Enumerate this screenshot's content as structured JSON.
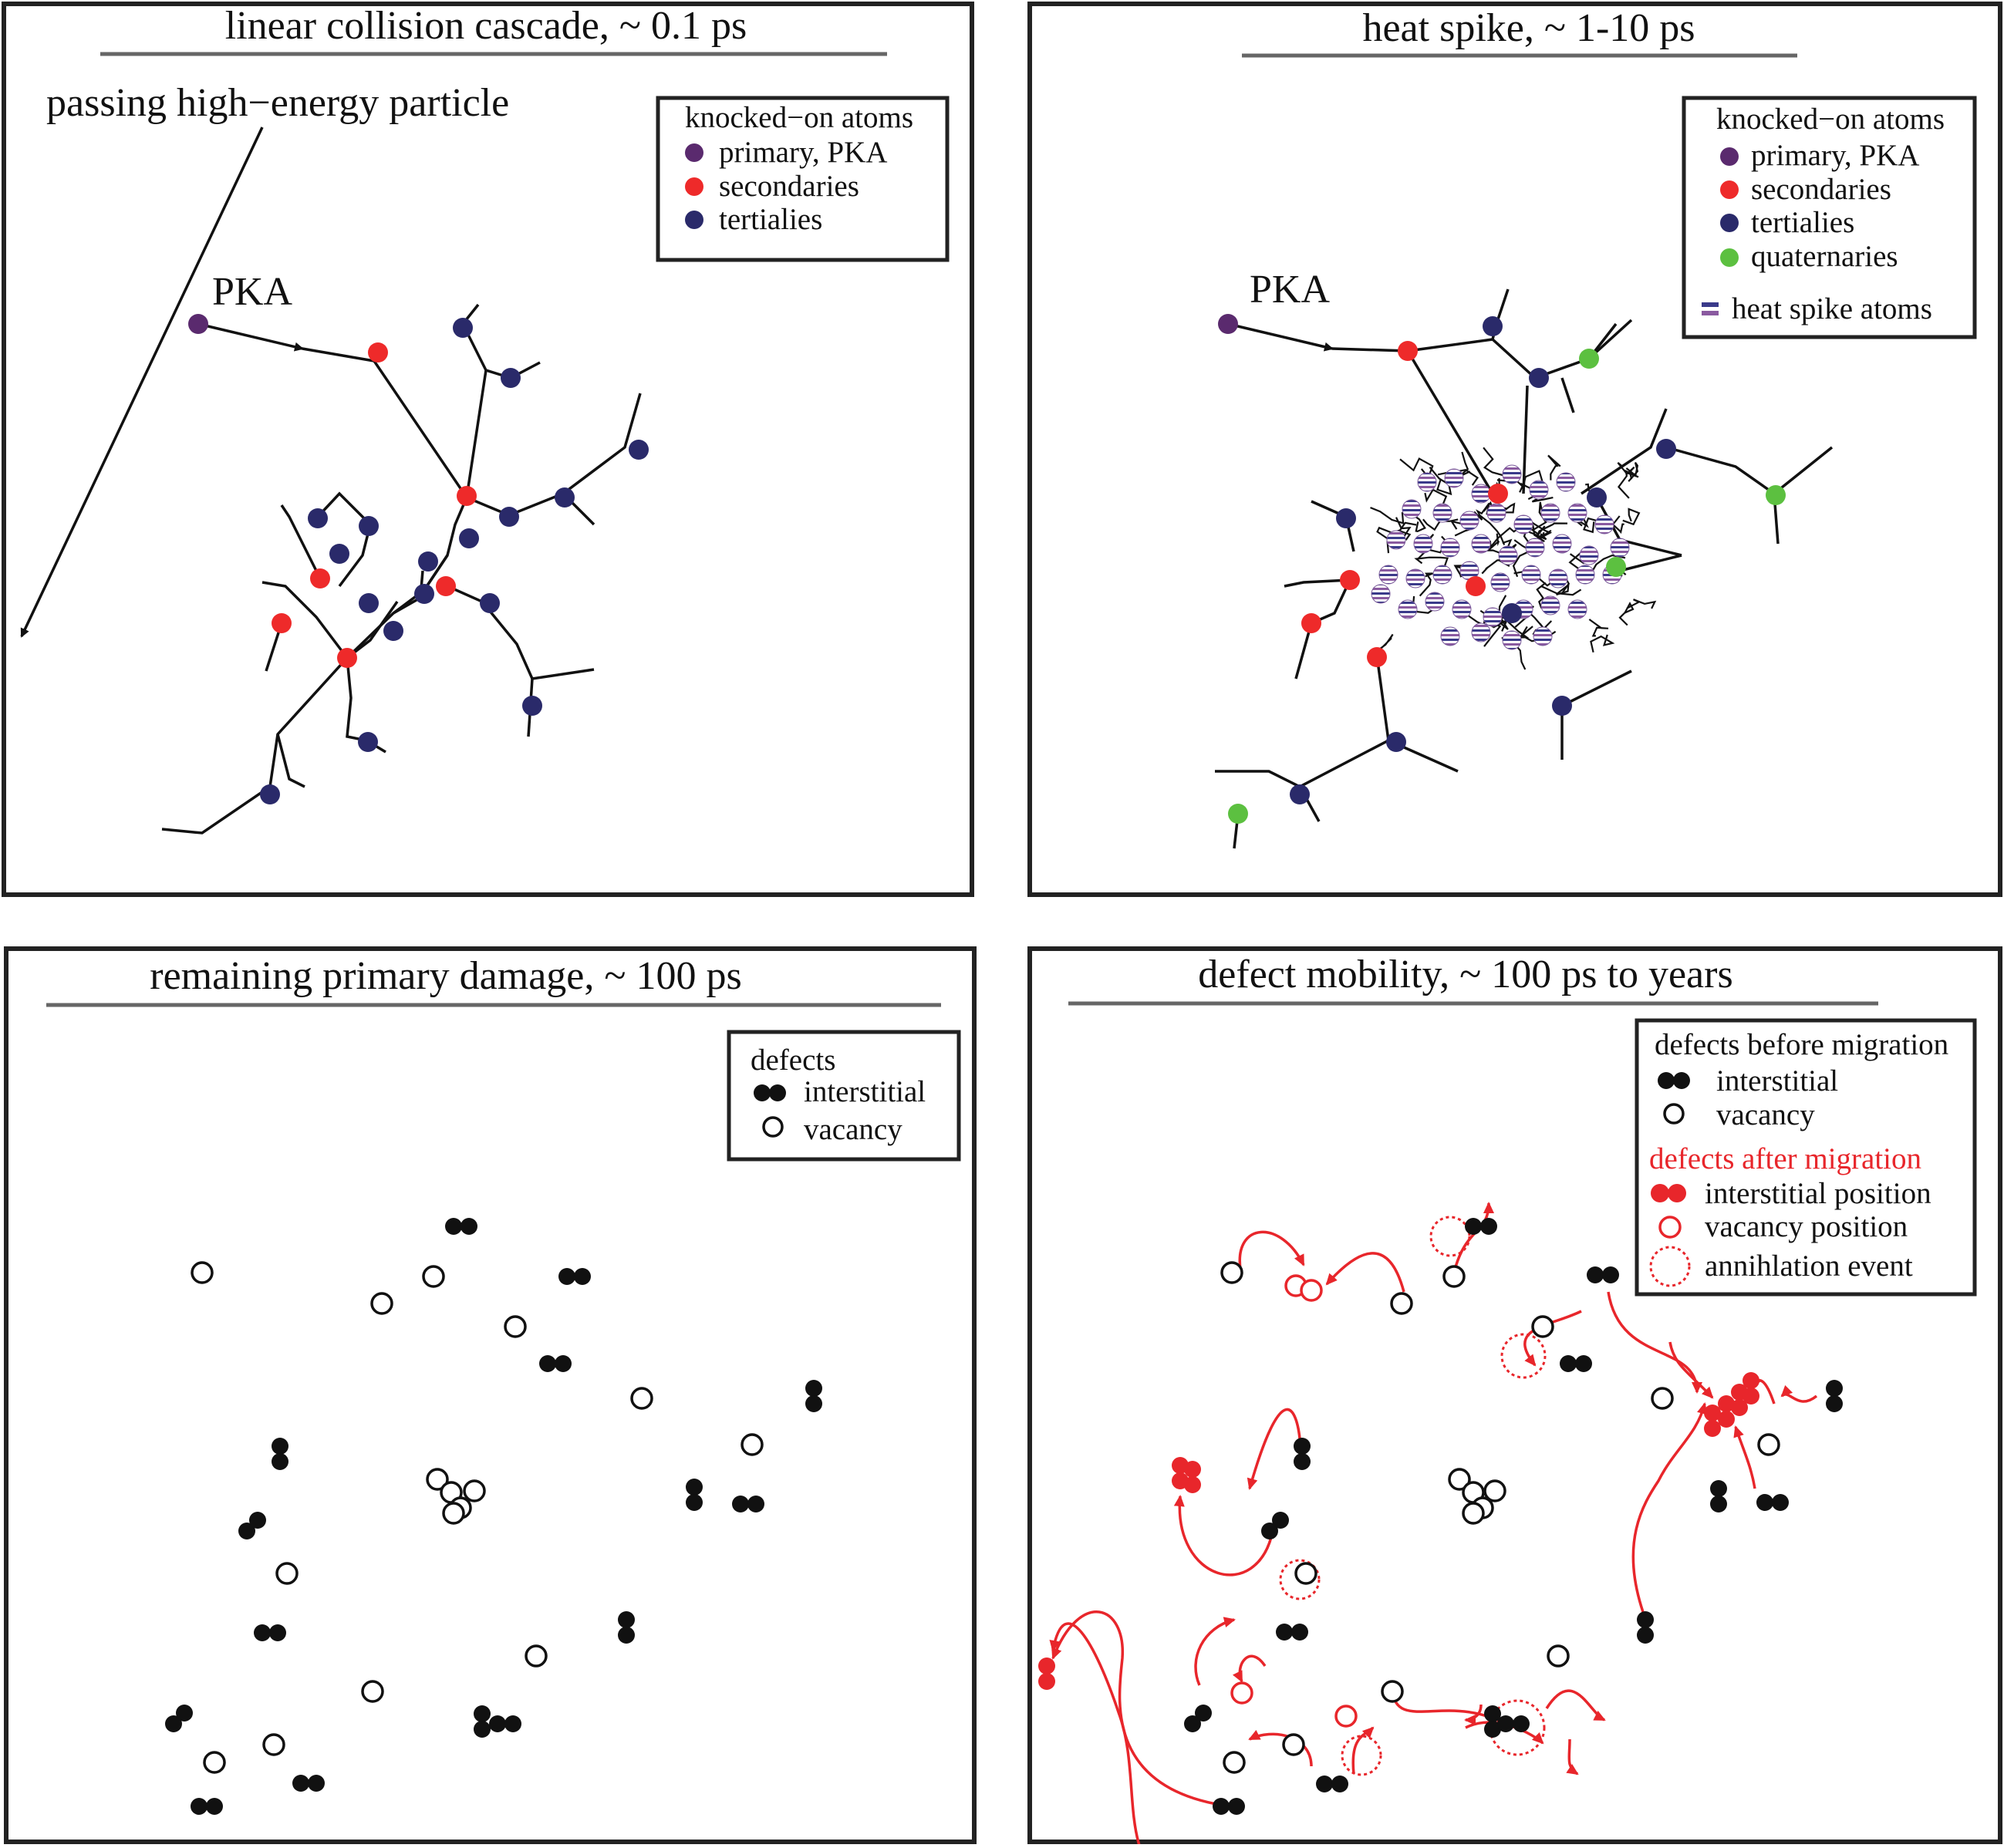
{
  "panels": {
    "cascade": {
      "title": "linear collision cascade, ~ 0.1 ps",
      "particle_label": "passing high−energy particle",
      "pka_label": "PKA",
      "legend": {
        "heading": "knocked−on atoms",
        "items": [
          "primary, PKA",
          "secondaries",
          "tertialies"
        ]
      }
    },
    "spike": {
      "title": "heat spike, ~ 1-10 ps",
      "pka_label": "PKA",
      "legend": {
        "heading": "knocked−on atoms",
        "items": [
          "primary, PKA",
          "secondaries",
          "tertialies",
          "quaternaries",
          "heat spike atoms"
        ]
      }
    },
    "damage": {
      "title": "remaining primary damage, ~ 100 ps",
      "legend": {
        "heading": "defects",
        "items": [
          "interstitial",
          "vacancy"
        ]
      }
    },
    "mobility": {
      "title": "defect mobility, ~ 100 ps to years",
      "legend": {
        "heading_before": "defects before migration",
        "before_items": [
          "interstitial",
          "vacancy"
        ],
        "heading_after": "defects after migration",
        "after_items": [
          "interstitial position",
          "vacancy position",
          "annihlation event"
        ]
      }
    }
  },
  "colors": {
    "primary": "#5a2a6e",
    "secondary": "#ee2a2a",
    "tertiary": "#2a2a6a",
    "quaternary": "#5cc040",
    "defect_black": "#111111",
    "migration_red": "#e8262b"
  }
}
